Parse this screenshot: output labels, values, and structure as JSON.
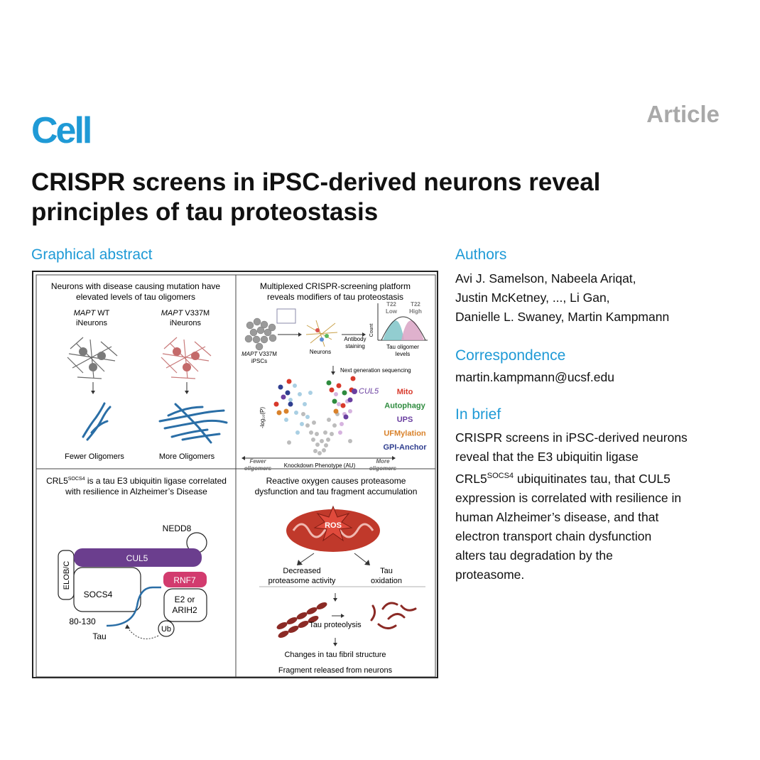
{
  "journal": "Cell",
  "article_type": "Article",
  "title_line1": "CRISPR screens in iPSC-derived neurons reveal",
  "title_line2": "principles of tau proteostasis",
  "graphical_abstract_heading": "Graphical abstract",
  "authors_heading": "Authors",
  "authors_lines": [
    "Avi J. Samelson, Nabeela Ariqat,",
    "Justin McKetney, ..., Li Gan,",
    "Danielle L. Swaney, Martin Kampmann"
  ],
  "correspondence_heading": "Correspondence",
  "correspondence_email": "martin.kampmann@ucsf.edu",
  "in_brief_heading": "In brief",
  "in_brief": {
    "line1": "CRISPR screens in iPSC-derived neurons",
    "line2": "reveal that the E3 ubiquitin ligase",
    "line3_pre": "CRL5",
    "line3_sup": "SOCS4",
    "line3_post": " ubiquitinates tau, that CUL5",
    "line4": "expression is correlated with resilience in",
    "line5": "human Alzheimer’s disease, and that",
    "line6": "electron transport chain dysfunction",
    "line7": "alters tau degradation by the",
    "line8": "proteasome."
  },
  "panel1": {
    "heading1": "Neurons with disease causing mutation have",
    "heading2": "elevated levels of tau oligomers",
    "wt_gene": "MAPT",
    "wt_rest": " WT",
    "wt_line2": "iNeurons",
    "mut_gene": "MAPT",
    "mut_rest": " V337M",
    "mut_line2": "iNeurons",
    "fewer": "Fewer Oligomers",
    "more": "More Oligomers"
  },
  "panel2": {
    "heading1": "Multiplexed CRISPR-screening platform",
    "heading2": "reveals modifiers of tau proteostasis",
    "ipsc_gene": "MAPT",
    "ipsc_rest": " V337M",
    "ipsc_line2": "iPSCs",
    "neurons": "Neurons",
    "antibody1": "Antibody",
    "antibody2": "staining",
    "count": "Count",
    "t22_low1": "T22",
    "t22_low2": "Low",
    "t22_high1": "T22",
    "t22_high2": "High",
    "tau_oligo1": "Tau oligomer",
    "tau_oligo2": "levels",
    "ngs": "Next generation sequencing",
    "ylabel": "-log₁₀(P)",
    "xlabel": "Knockdown Phenotype (AU)",
    "fewer1": "Fewer",
    "fewer2": "oligomers",
    "more1": "More",
    "more2": "oligomers",
    "cul5": "CUL5",
    "legend": [
      {
        "label": "Mito",
        "color": "#d8392b"
      },
      {
        "label": "Autophagy",
        "color": "#2e8b3e"
      },
      {
        "label": "UPS",
        "color": "#6a3fa0"
      },
      {
        "label": "UFMylation",
        "color": "#d9822b"
      },
      {
        "label": "GPI-Anchor",
        "color": "#2f3e8f"
      }
    ]
  },
  "panel3": {
    "heading_pre": "CRL5",
    "heading_sup": "SOCS4",
    "heading_post": " is a tau E3 ubiquitin ligase correlated",
    "heading2": "with resilience in Alzheimer’s Disease",
    "nedd8": "NEDD8",
    "elobc": "ELOB/C",
    "cul5": "CUL5",
    "rnf7": "RNF7",
    "socs4": "SOCS4",
    "e2_1": "E2 or",
    "e2_2": "ARIH2",
    "range": "80-130",
    "tau": "Tau",
    "ub": "Ub"
  },
  "panel4": {
    "heading1": "Reactive oxygen causes proteasome",
    "heading2": "dysfunction and tau fragment accumulation",
    "ros": "ROS",
    "decreased1": "Decreased",
    "decreased2": "proteasome activity",
    "tau_ox1": "Tau",
    "tau_ox2": "oxidation",
    "proteolysis": "Tau proteolysis",
    "fibril": "Changes in tau fibril structure",
    "fragment": "Fragment released from neurons"
  },
  "colors": {
    "cell_blue": "#1f9ad6",
    "article_gray": "#a9a9a9",
    "cul5_purple": "#6b3e8e",
    "rnf7_pink": "#d23b6e",
    "tau_blue": "#2a6ea6",
    "mito_red": "#c0392b"
  }
}
